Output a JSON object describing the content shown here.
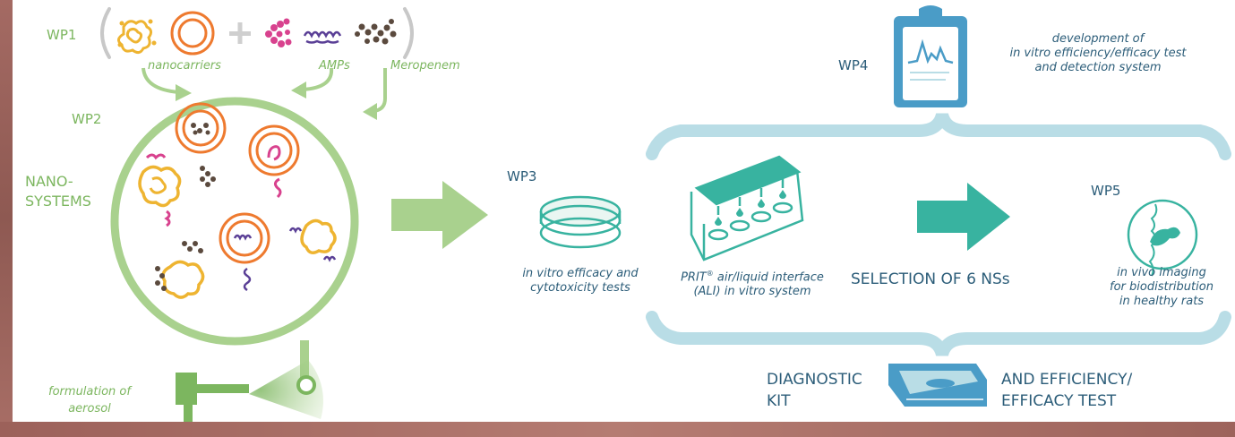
{
  "labels": {
    "wp1": "WP1",
    "wp2": "WP2",
    "wp3": "WP3",
    "wp4": "WP4",
    "wp5": "WP5",
    "nanocarriers": "nanocarriers",
    "amps": "AMPs",
    "meropenem": "Meropenem",
    "nano_systems_line1": "NANO-",
    "nano_systems_line2": "SYSTEMS",
    "formulation_line1": "formulation of",
    "formulation_line2": "aerosol",
    "wp3_caption_line1": "in vitro efficacy and",
    "wp3_caption_line2": "cytotoxicity tests",
    "prit_line1": "PRIT",
    "prit_sup": "®",
    "prit_line1_rest": " air/liquid interface",
    "prit_line2": "(ALI) in vitro system",
    "selection": "SELECTION OF 6 NSs",
    "wp4_caption_line1": "development of",
    "wp4_caption_line2": "in vitro efficiency/efficacy test",
    "wp4_caption_line3": "and detection system",
    "wp5_caption_line1": "in vivo imaging",
    "wp5_caption_line2": "for biodistribution",
    "wp5_caption_line3": "in healthy rats",
    "diagnostic_line1": "DIAGNOSTIC",
    "diagnostic_line2": "KIT",
    "efficiency_line1": "AND EFFICIENCY/",
    "efficiency_line2": "EFFICACY TEST",
    "plus": "+"
  },
  "colors": {
    "green": "#7cb65f",
    "light_green": "#a9d18e",
    "orange": "#ee7a2f",
    "yellow": "#eeb431",
    "magenta": "#d8428e",
    "purple": "#5a3f96",
    "brown": "#5b4a3e",
    "teal": "#38b3a0",
    "light_blue": "#b9dde6",
    "blue": "#4a9cc7",
    "dark_text": "#2c5d79",
    "grey_paren": "#c8c8c8"
  },
  "icons": [
    "nanocarrier-cluster-icon",
    "liposome-icon",
    "amp-peptide-icon",
    "meropenem-molecule-icon",
    "petri-dish-icon",
    "ali-exposure-device-icon",
    "clipboard-chart-icon",
    "rat-imaging-icon",
    "diagnostic-kit-icon",
    "nebulizer-icon"
  ]
}
